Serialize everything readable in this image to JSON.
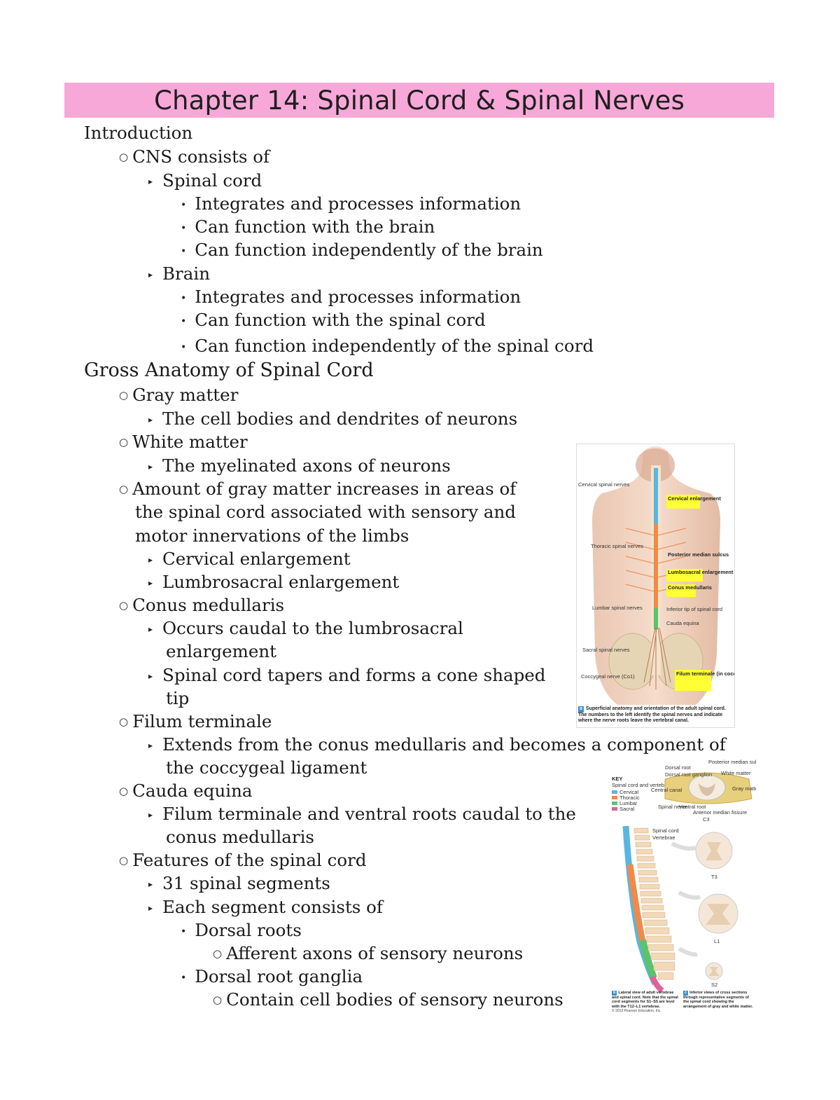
{
  "title": "Chapter 14: Spinal Cord & Spinal Nerves",
  "lines": [
    {
      "level": 1,
      "marker": "",
      "text": "Introduction"
    },
    {
      "level": 2,
      "marker": "circle",
      "text": "CNS consists of"
    },
    {
      "level": 3,
      "marker": "triangle",
      "text": "Spinal cord"
    },
    {
      "level": 4,
      "marker": "dot",
      "text": "Integrates and processes information"
    },
    {
      "level": 4,
      "marker": "dot",
      "text": "Can function with the brain"
    },
    {
      "level": 4,
      "marker": "dot",
      "text": "Can function independently of the brain"
    },
    {
      "level": 3,
      "marker": "triangle",
      "text": "Brain"
    },
    {
      "level": 4,
      "marker": "dot",
      "text": "Integrates and processes information"
    },
    {
      "level": 4,
      "marker": "dot",
      "text": "Can function with the spinal cord"
    },
    {
      "level": 4,
      "marker": "dot",
      "text": "Can function independently of the spinal cord"
    },
    {
      "level": 1,
      "marker": "",
      "text": "Gross Anatomy of Spinal Cord",
      "heading": true
    },
    {
      "level": 2,
      "marker": "circle",
      "text": "Gray matter"
    },
    {
      "level": 3,
      "marker": "triangle",
      "text": "The cell bodies and dendrites of neurons"
    },
    {
      "level": 2,
      "marker": "circle",
      "text": "White matter"
    },
    {
      "level": 3,
      "marker": "triangle",
      "text": "The myelinated axons of neurons"
    },
    {
      "level": 2,
      "marker": "circle",
      "text": "Amount of gray matter increases in areas of"
    },
    {
      "level": 2,
      "marker": "",
      "text": "the spinal cord associated with sensory and",
      "cont": true
    },
    {
      "level": 2,
      "marker": "",
      "text": "motor innervations of the limbs",
      "cont": true
    },
    {
      "level": 3,
      "marker": "triangle",
      "text": "Cervical enlargement"
    },
    {
      "level": 3,
      "marker": "triangle",
      "text": "Lumbrosacral enlargement"
    },
    {
      "level": 2,
      "marker": "circle",
      "text": "Conus medullaris"
    },
    {
      "level": 3,
      "marker": "triangle",
      "text": "Occurs caudal to the lumbrosacral"
    },
    {
      "level": 3,
      "marker": "",
      "text": "enlargement",
      "cont": true
    },
    {
      "level": 3,
      "marker": "triangle",
      "text": "Spinal cord tapers and forms a cone shaped"
    },
    {
      "level": 3,
      "marker": "",
      "text": "tip",
      "cont": true
    },
    {
      "level": 2,
      "marker": "circle",
      "text": "Filum terminale"
    },
    {
      "level": 3,
      "marker": "triangle",
      "text": "Extends from the conus medullaris and becomes a component of"
    },
    {
      "level": 3,
      "marker": "",
      "text": "the coccygeal ligament",
      "cont": true
    },
    {
      "level": 2,
      "marker": "circle",
      "text": "Cauda equina"
    },
    {
      "level": 3,
      "marker": "triangle",
      "text": "Filum terminale and ventral roots caudal to the"
    },
    {
      "level": 3,
      "marker": "",
      "text": "conus medullaris",
      "cont": true
    },
    {
      "level": 2,
      "marker": "circle",
      "text": "Features of the spinal cord"
    },
    {
      "level": 3,
      "marker": "triangle",
      "text": "31 spinal segments"
    },
    {
      "level": 3,
      "marker": "triangle",
      "text": "Each segment consists of"
    },
    {
      "level": 4,
      "marker": "dot",
      "text": "Dorsal roots"
    },
    {
      "level": 5,
      "marker": "circle",
      "text": "Afferent axons of sensory neurons"
    },
    {
      "level": 4,
      "marker": "dot",
      "text": "Dorsal root ganglia"
    },
    {
      "level": 5,
      "marker": "circle",
      "text": "Contain cell bodies of sensory neurons"
    }
  ],
  "figure1": {
    "left_labels": [
      "Cervical spinal nerves",
      "Thoracic spinal nerves",
      "Lumbar spinal nerves",
      "Sacral spinal nerves",
      "Coccygeal nerve (Co1)"
    ],
    "right_labels": [
      "Cervical enlargement",
      "Posterior median sulcus",
      "Lumbosacral enlargement",
      "Conus medullaris",
      "Inferior tip of spinal cord",
      "Cauda equina",
      "Filum terminale (in coccygeal ligament)"
    ],
    "caption_letter": "a",
    "caption": "Superficial anatomy and orientation of the adult spinal cord. The numbers to the left identify the spinal nerves and indicate where the nerve roots leave the vertebral canal."
  },
  "figure2": {
    "key_title": "KEY",
    "key_subtitle": "Spinal cord and vertebral regions",
    "key_items": [
      "Cervical",
      "Thoracic",
      "Lumbar",
      "Sacral"
    ],
    "top_labels": [
      "Dorsal root",
      "Dorsal root ganglion",
      "Central canal",
      "Spinal nerve",
      "Ventral root",
      "Posterior median sulcus",
      "White matter",
      "Gray matter",
      "Anterior median fissure"
    ],
    "side_labels": [
      "Spinal cord",
      "Vertebrae"
    ],
    "segment_labels": [
      "C3",
      "T3",
      "L1",
      "S2"
    ],
    "caption_b_letter": "b",
    "caption_b": "Lateral view of adult vertebrae and spinal cord. Note that the spinal cord segments for S1–S5 are level with the T12–L1 vertebrae.",
    "caption_c_letter": "c",
    "caption_c": "Inferior views of cross sections through representative segments of the spinal cord showing the arrangement of gray and white matter.",
    "copyright": "© 2012 Pearson Education, Inc."
  }
}
